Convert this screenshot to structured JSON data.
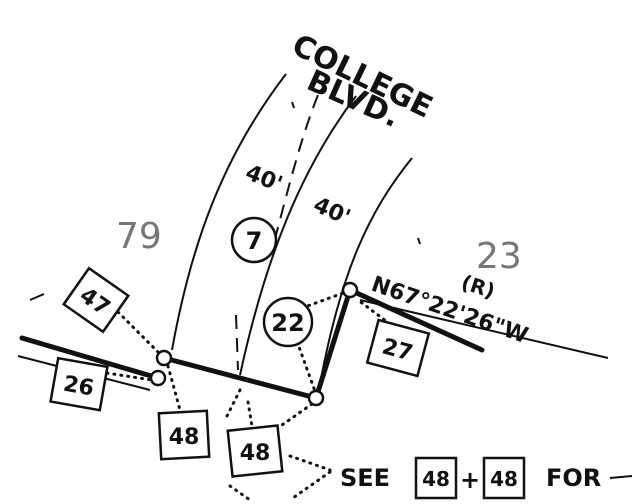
{
  "street": {
    "name_line1": "COLLEGE",
    "name_line2": "BLVD.",
    "width_left": "40'",
    "width_right": "40'"
  },
  "lots": {
    "left": "79",
    "right": "23"
  },
  "bearing": {
    "radial": "(R)",
    "text": "N67°22'26\"W"
  },
  "circle_labels": {
    "street_centerline": "7",
    "corner_point": "22"
  },
  "box_labels": {
    "upper_left": "47",
    "left": "26",
    "right": "27",
    "bottom_a": "48",
    "bottom_b": "48"
  },
  "note": {
    "see": "SEE",
    "ref1": "48",
    "plus": "+",
    "ref2": "48",
    "for": "FOR"
  },
  "colors": {
    "ink": "#111111",
    "faint": "#777777",
    "paper": "#ffffff"
  }
}
